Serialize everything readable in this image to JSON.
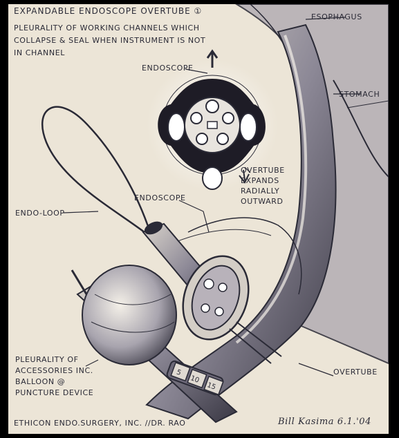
{
  "title": "EXPANDABLE ENDOSCOPE OVERTUBE ①",
  "description_lines": [
    "PLEURALITY of WORKING CHANNELS WHICH",
    "COLLAPSE & SEAL WHEN INSTRUMENT IS NOT",
    "IN CHANNEL"
  ],
  "labels": {
    "esophagus": "ESOPHAGUS",
    "stomach": "STOMACH",
    "endoscope_top": "ENDOSCOPE",
    "overtube_expands": [
      "OVERTUBE",
      "EXPANDS",
      "RADIALLY",
      "OUTWARD"
    ],
    "endoscope_mid": "ENDOSCOPE",
    "endo_loop": "ENDO-LOOP",
    "accessories": [
      "PLEURALITY of",
      "ACCESSORIES INC.",
      "BALLOON @",
      "PUNCTURE DEVICE"
    ],
    "overtube_bottom": "OVERTUBE"
  },
  "scale_marks": [
    "5",
    "10",
    "15"
  ],
  "footer": {
    "company": "ETHICON ENDO.SURGERY, INC. //DR. RAO",
    "signature": "Bill Kasima 6.1.'04"
  },
  "colors": {
    "paper": "#ece5d7",
    "ink": "#2a2a36",
    "background": "#000000"
  }
}
